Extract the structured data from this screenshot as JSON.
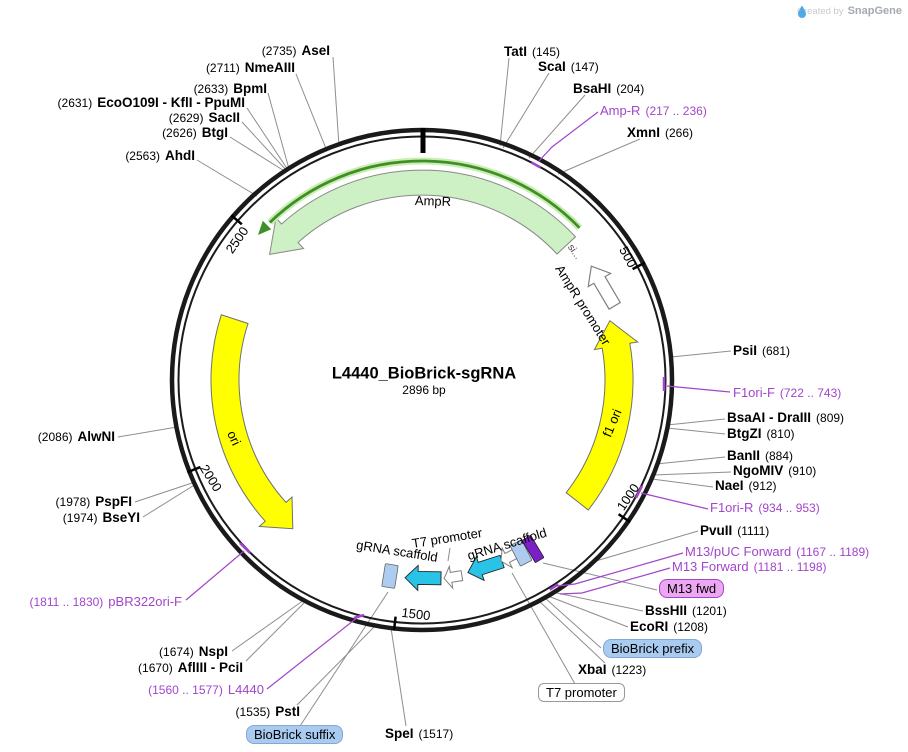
{
  "watermark": {
    "created_by": "Created by",
    "brand": "SnapGene"
  },
  "plasmid": {
    "name": "L4440_BioBrick-sgRNA",
    "size": "2896 bp"
  },
  "tick_labels": {
    "t500": "500",
    "t1000": "1000",
    "t1500": "1500",
    "t2000": "2000",
    "t2500": "2500"
  },
  "feature_labels": {
    "ampr": "AmpR",
    "ampr_sig": "si...",
    "ampr_promoter": "AmpR promoter",
    "f1_ori": "f1 ori",
    "ori": "ori",
    "grna_scaffold_left": "gRNA scaffold",
    "grna_scaffold_right": "gRNA scaffold",
    "t7_promoter": "T7 promoter"
  },
  "chips": {
    "m13_fwd": "M13 fwd",
    "biobrick_prefix": "BioBrick prefix",
    "biobrick_suffix": "BioBrick suffix",
    "t7_promoter": "T7 promoter"
  },
  "sites": {
    "aseI": {
      "pos": "(2735)",
      "name": "AseI"
    },
    "nmeaIII": {
      "pos": "(2711)",
      "name": "NmeAIII"
    },
    "bpmI": {
      "pos": "(2633)",
      "name": "BpmI"
    },
    "ecoO109I": {
      "pos": "(2631)",
      "name": "EcoO109I - KflI - PpuMI"
    },
    "sacII": {
      "pos": "(2629)",
      "name": "SacII"
    },
    "btgI": {
      "pos": "(2626)",
      "name": "BtgI"
    },
    "ahdI": {
      "pos": "(2563)",
      "name": "AhdI"
    },
    "alwNI": {
      "pos": "(2086)",
      "name": "AlwNI"
    },
    "pspFI": {
      "pos": "(1978)",
      "name": "PspFI"
    },
    "bseYI": {
      "pos": "(1974)",
      "name": "BseYI"
    },
    "pbr322oriF": {
      "pos": "(1811 .. 1830)",
      "name": "pBR322ori-F"
    },
    "nspI": {
      "pos": "(1674)",
      "name": "NspI"
    },
    "aflIII": {
      "pos": "(1670)",
      "name": "AflIII - PciI"
    },
    "l4440": {
      "pos": "(1560 .. 1577)",
      "name": "L4440"
    },
    "pstI": {
      "pos": "(1535)",
      "name": "PstI"
    },
    "speI": {
      "name": "SpeI",
      "pos": "(1517)"
    },
    "tatI": {
      "name": "TatI",
      "pos": "(145)"
    },
    "scaI": {
      "name": "ScaI",
      "pos": "(147)"
    },
    "bsaHI": {
      "name": "BsaHI",
      "pos": "(204)"
    },
    "ampR": {
      "name": "Amp-R",
      "pos": "(217 .. 236)"
    },
    "xmnI": {
      "name": "XmnI",
      "pos": "(266)"
    },
    "psiI": {
      "name": "PsiI",
      "pos": "(681)"
    },
    "f1oriF": {
      "name": "F1ori-F",
      "pos": "(722 .. 743)"
    },
    "bsaAI": {
      "name": "BsaAI - DraIII",
      "pos": "(809)"
    },
    "btgZI": {
      "name": "BtgZI",
      "pos": "(810)"
    },
    "banII": {
      "name": "BanII",
      "pos": "(884)"
    },
    "ngoMIV": {
      "name": "NgoMIV",
      "pos": "(910)"
    },
    "naeI": {
      "name": "NaeI",
      "pos": "(912)"
    },
    "f1oriR": {
      "name": "F1ori-R",
      "pos": "(934 .. 953)"
    },
    "pvuII": {
      "name": "PvuII",
      "pos": "(1111)"
    },
    "m13pucF": {
      "name": "M13/pUC Forward",
      "pos": "(1167 .. 1189)"
    },
    "m13F": {
      "name": "M13 Forward",
      "pos": "(1181 .. 1198)"
    },
    "bssHII": {
      "name": "BssHII",
      "pos": "(1201)"
    },
    "ecoRI": {
      "name": "EcoRI",
      "pos": "(1208)"
    },
    "xbaI": {
      "name": "XbaI",
      "pos": "(1223)"
    }
  },
  "colors": {
    "purple": "#A245CB",
    "cyan": "#29C3E8",
    "yellow": "#FFFF00",
    "pale_green": "#CDF0C5",
    "green_line": "#3F8F26",
    "violet_box": "#7B1FC9",
    "light_blue": "#A9CBF0",
    "ring": "#1A1A1A",
    "leader_gray": "#8E8E8E"
  }
}
